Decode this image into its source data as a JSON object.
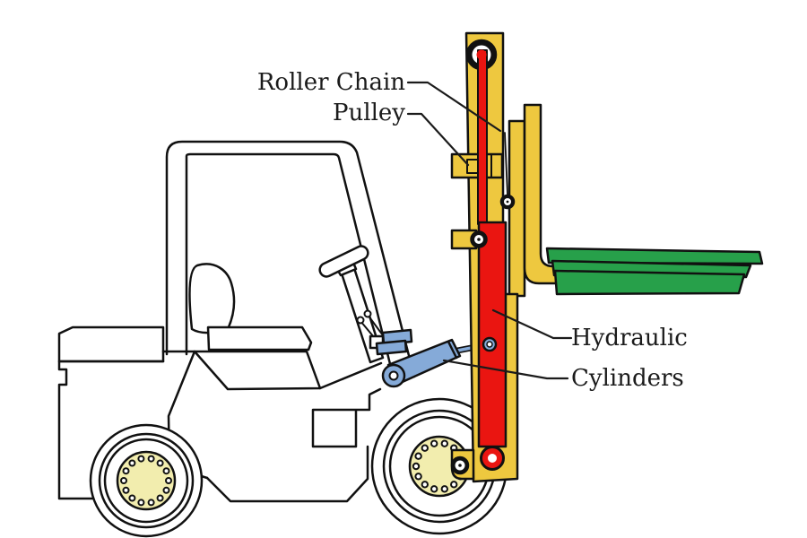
{
  "diagram_title": "Forklift mast diagram showing roller chain, pulley and hydraulic cylinders",
  "labels": {
    "roller_chain": "Roller Chain",
    "pulley": "Pulley",
    "hydraulic": "Hydraulic",
    "cylinders": "Cylinders"
  },
  "colors": {
    "mast_yellow": "#eec83f",
    "cylinder_red": "#ea1511",
    "fork_green": "#27a04a",
    "tilt_blue": "#85aad8",
    "hub_pale": "#f2edae",
    "outline": "#111111",
    "label_text": "#1b1b1b",
    "background": "#ffffff"
  }
}
